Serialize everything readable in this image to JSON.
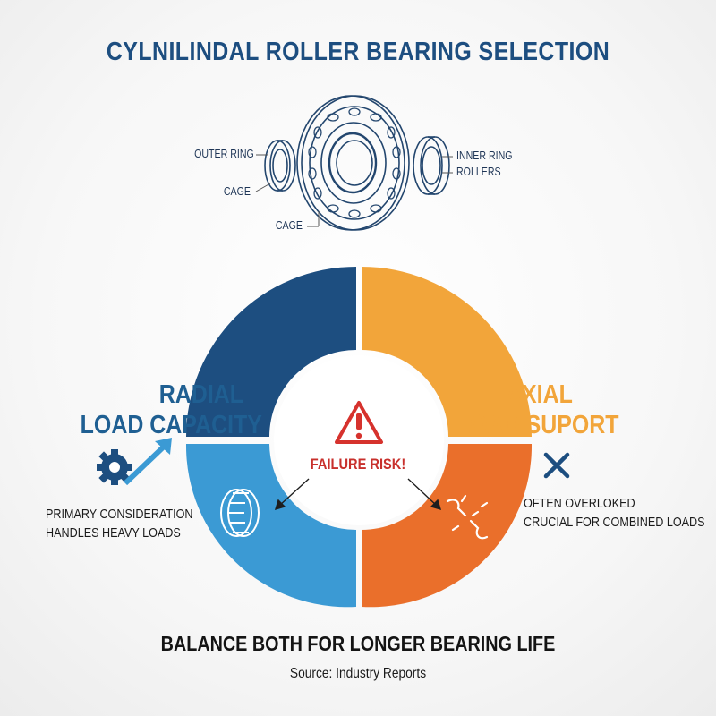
{
  "title": "CYLNILINDAL ROLLER BEARING SELECTION",
  "diagram": {
    "labels": {
      "outer_ring": "OUTER RING",
      "cage_left": "CAGE",
      "cage_bottom": "CAGE",
      "inner_ring": "INNER RING",
      "rollers": "ROLLERS"
    }
  },
  "donut": {
    "left": {
      "line1": "RADIAL",
      "line2": "LOAD CAPACITY",
      "color": "#1d4e80",
      "color_light": "#3b9ad4"
    },
    "right": {
      "line1": "AXIAL",
      "line2": "LOAD SUPORT",
      "color": "#f2a53a",
      "color_dark": "#ea6f2b"
    },
    "center_label": "FAILURE RISK!",
    "center_icon": "warning-icon"
  },
  "notes": {
    "left": {
      "line1": "PRIMARY CONSIDERATION",
      "line2": "HANDLES HEAVY LOADS",
      "icon": "gear-arrow-icon"
    },
    "right": {
      "line1": "OFTEN OVERLOKED",
      "line2": "CRUCIAL FOR COMBINED LOADS",
      "icon": "x-icon"
    }
  },
  "footer": "BALANCE BOTH FOR LONGER BEARING LIFE",
  "source": "Source: Industry Reports"
}
